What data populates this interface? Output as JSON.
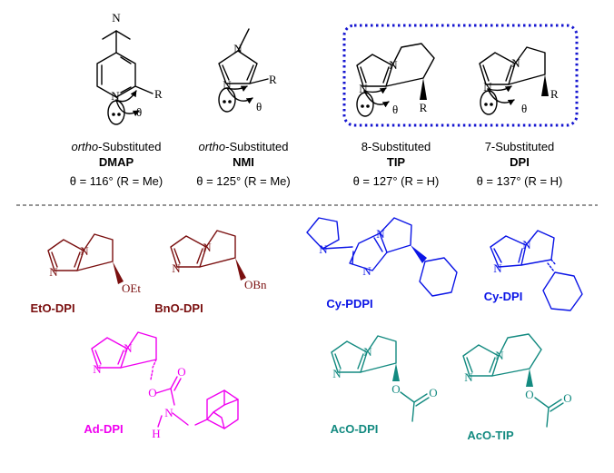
{
  "colors": {
    "black": "#000000",
    "maroon": "#7a0f0f",
    "blue": "#0a14e6",
    "magenta": "#f000f0",
    "teal": "#138a80",
    "highlight_box": "#1616d0",
    "divider": "#555555"
  },
  "atoms": {
    "N": "N",
    "R": "R",
    "O": "O",
    "H": "H",
    "theta": "θ",
    "OEt": "OEt",
    "OBn": "OBn"
  },
  "top_row": [
    {
      "prefix": "ortho",
      "caption": "-Substituted",
      "name": "DMAP",
      "angle": "θ = 116° (R = Me)"
    },
    {
      "prefix": "ortho",
      "caption": "-Substituted",
      "name": "NMI",
      "angle": "θ = 125° (R = Me)"
    },
    {
      "prefix": "",
      "caption": "8-Substituted",
      "name": "TIP",
      "angle": "θ = 127° (R = H)"
    },
    {
      "prefix": "",
      "caption": "7-Substituted",
      "name": "DPI",
      "angle": "θ = 137° (R = H)"
    }
  ],
  "catalysts": {
    "eto_dpi": "EtO-DPI",
    "bno_dpi": "BnO-DPI",
    "cy_pdpi": "Cy-PDPI",
    "cy_dpi": "Cy-DPI",
    "ad_dpi": "Ad-DPI",
    "aco_dpi": "AcO-DPI",
    "aco_tip": "AcO-TIP"
  }
}
